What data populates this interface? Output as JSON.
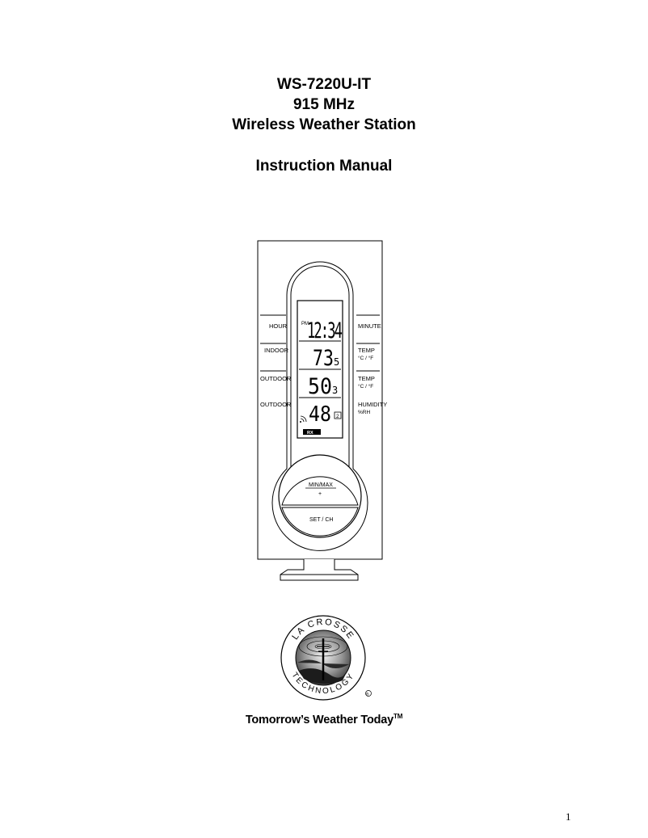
{
  "header": {
    "model": "WS-7220U-IT",
    "frequency": "915 MHz",
    "product": "Wireless Weather Station",
    "doc_type": "Instruction Manual"
  },
  "device": {
    "left_labels": {
      "hour": "HOUR",
      "indoor": "INDOOR",
      "outdoor1": "OUTDOOR",
      "outdoor2": "OUTDOOR"
    },
    "right_labels": {
      "minute": "MINUTE",
      "temp1": "TEMP",
      "unit1": "°C / °F",
      "temp2": "TEMP",
      "unit2": "°C / °F",
      "humidity": "HUMIDITY",
      "rh": "%RH"
    },
    "lcd": {
      "pm": "PM",
      "time": "12:34",
      "indoor_main": "73",
      "indoor_dec": "5",
      "outdoor_main": "50",
      "outdoor_dec": "3",
      "humidity": "48",
      "channel": "2",
      "rx": "RX"
    },
    "buttons": {
      "minmax": "MIN/MAX",
      "plus": "+",
      "set": "SET / CH"
    }
  },
  "logo": {
    "text_top": "LA CROSSE",
    "text_bottom": "TECHNOLOGY",
    "registered": "®"
  },
  "tagline": {
    "text": "Tomorrow’s Weather Today",
    "tm": "TM"
  },
  "page_number": "1"
}
